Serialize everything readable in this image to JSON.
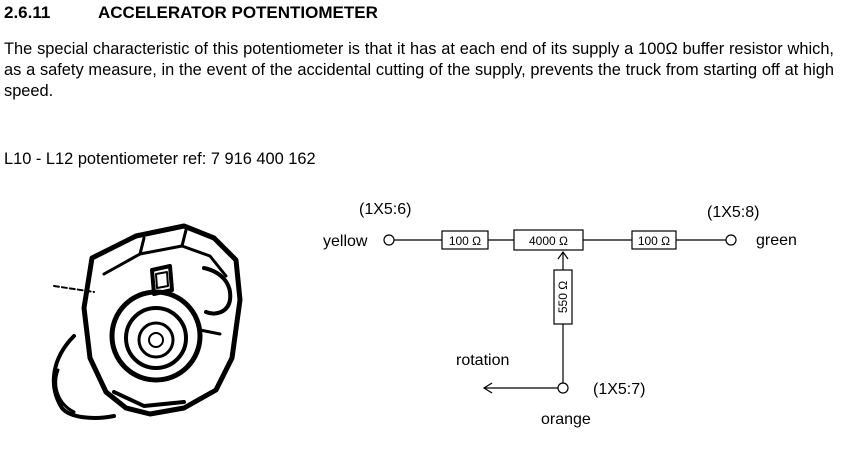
{
  "section": {
    "number": "2.6.11",
    "title": "ACCELERATOR POTENTIOMETER"
  },
  "description": "The special characteristic of this potentiometer is that it has at each end of its supply a 100Ω buffer resistor which, as a safety measure, in the event of the accidental cutting of the supply, prevents the truck from starting off at high speed.",
  "reference": "L10 - L12 potentiometer ref: 7 916 400 162",
  "schematic": {
    "left_terminal": {
      "connector": "(1X5:6)",
      "wire": "yellow"
    },
    "right_terminal": {
      "connector": "(1X5:8)",
      "wire": "green"
    },
    "wiper_terminal": {
      "connector": "(1X5:7)",
      "wire": "orange"
    },
    "resistor_left": "100 Ω",
    "resistor_main": "4000 Ω",
    "resistor_right": "100 Ω",
    "resistor_wiper": "550 Ω",
    "rotation_label": "rotation"
  }
}
